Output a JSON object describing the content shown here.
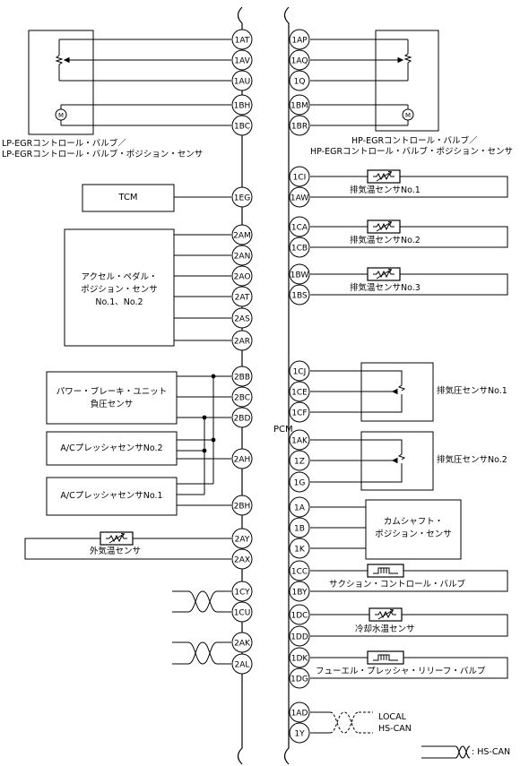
{
  "pcm_label": "PCM",
  "pins_left": [
    "1AT",
    "1AV",
    "1AU",
    "1BH",
    "1BC",
    "1EG",
    "2AM",
    "2AN",
    "2AO",
    "2AT",
    "2AS",
    "2AR",
    "2BB",
    "2BC",
    "2BD",
    "2AH",
    "2BH",
    "2AY",
    "2AX",
    "1CY",
    "1CU",
    "2AK",
    "2AL"
  ],
  "pins_right": [
    "1AP",
    "1AQ",
    "1Q",
    "1BM",
    "1BR",
    "1CI",
    "1AW",
    "1CA",
    "1CB",
    "1BW",
    "1BS",
    "1CJ",
    "1CE",
    "1CF",
    "1AK",
    "1Z",
    "1G",
    "1A",
    "1B",
    "1K",
    "1CC",
    "1BY",
    "1DC",
    "1DD",
    "1DK",
    "1DG",
    "1AD",
    "1Y"
  ],
  "components": {
    "lp_egr_line1": "LP-EGRコントロール・バルブ／",
    "lp_egr_line2": "LP-EGRコントロール・バルブ・ポジション・センサ",
    "hp_egr_line1": "HP-EGRコントロール・バルブ／",
    "hp_egr_line2": "HP-EGRコントロール・バルブ・ポジション・センサ",
    "tcm": "TCM",
    "app_line1": "アクセル・ペダル・",
    "app_line2": "ポジション・センサ",
    "app_line3": "No.1、No.2",
    "brake_line1": "パワー・ブレーキ・ユニット",
    "brake_line2": "負圧センサ",
    "ac2": "A/CプレッシャセンサNo.2",
    "ac1": "A/CプレッシャセンサNo.1",
    "outside_temp": "外気温センサ",
    "exh_temp1": "排気温センサNo.1",
    "exh_temp2": "排気温センサNo.2",
    "exh_temp3": "排気温センサNo.3",
    "exh_press1": "排気圧センサNo.1",
    "exh_press2": "排気圧センサNo.2",
    "cam_line1": "カムシャフト・",
    "cam_line2": "ポジション・センサ",
    "suction": "サクション・コントロール・バルブ",
    "coolant": "冷却水温センサ",
    "fuel_relief": "フューエル・プレッシャ・リリーフ・バルブ",
    "local_line1": "LOCAL",
    "local_line2": "HS-CAN",
    "legend_hscan": ": HS-CAN"
  }
}
